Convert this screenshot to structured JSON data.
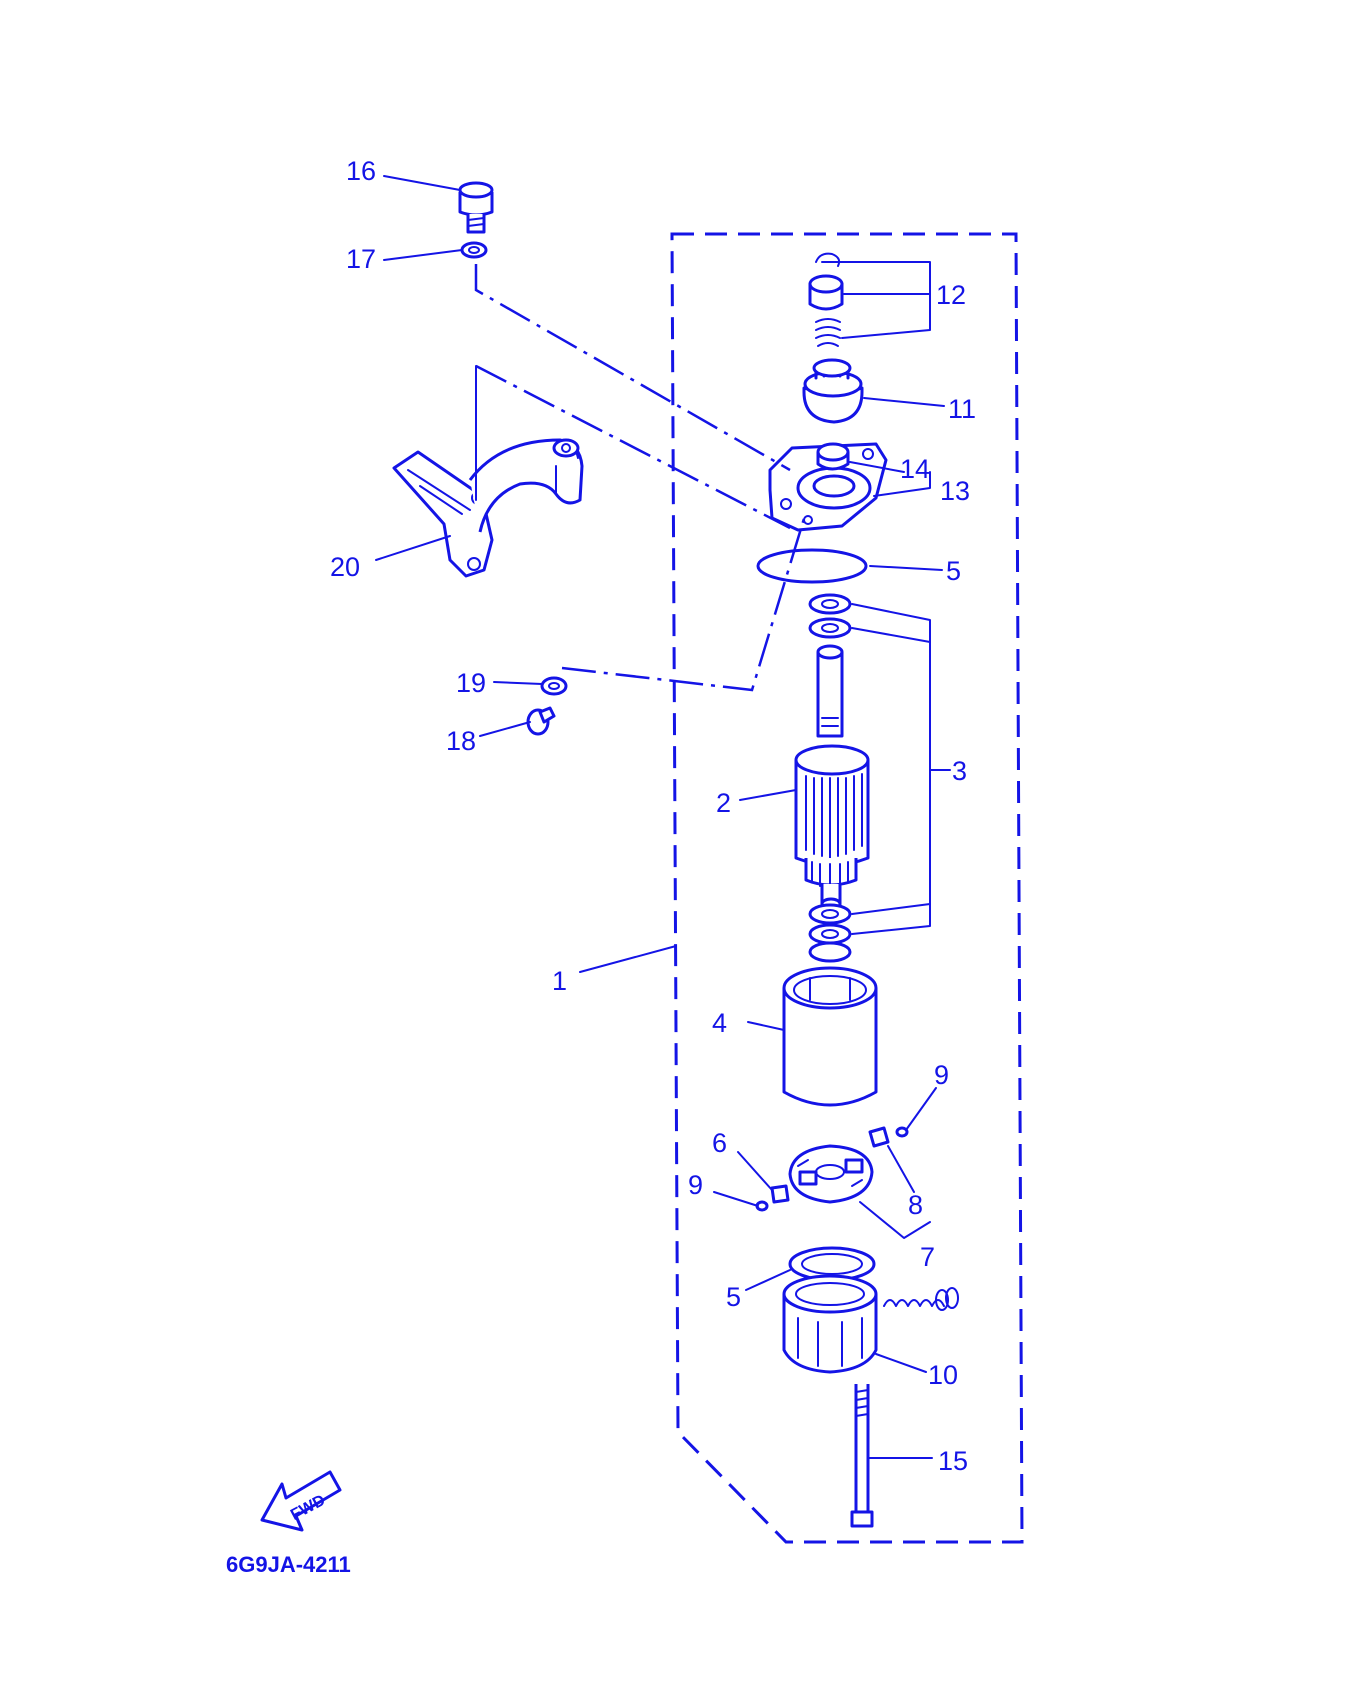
{
  "diagram_code": "6G9JA-4211",
  "fwd_label": "FWD",
  "callouts": {
    "c1": "1",
    "c2": "2",
    "c3": "3",
    "c4": "4",
    "c5a": "5",
    "c5b": "5",
    "c6": "6",
    "c7": "7",
    "c8": "8",
    "c9a": "9",
    "c9b": "9",
    "c10": "10",
    "c11": "11",
    "c12": "12",
    "c13": "13",
    "c14": "14",
    "c15": "15",
    "c16": "16",
    "c17": "17",
    "c18": "18",
    "c19": "19",
    "c20": "20"
  },
  "colors": {
    "ink": "#1414e6",
    "background": "#ffffff"
  }
}
